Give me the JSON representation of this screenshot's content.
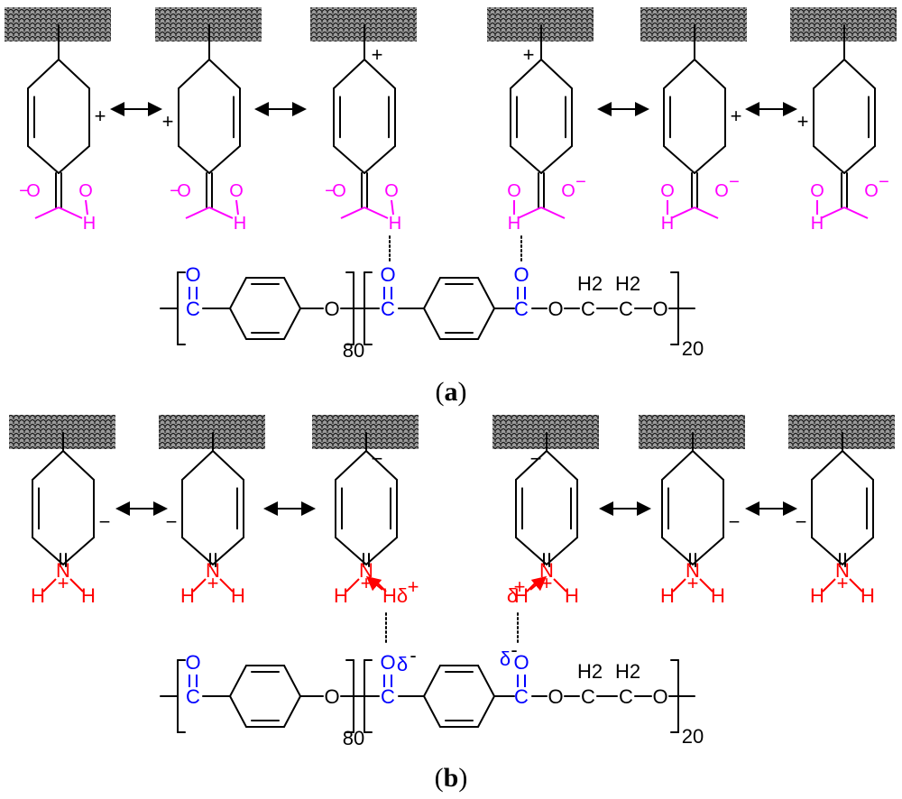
{
  "panel_a": {
    "label_open": "(",
    "label_letter": "a",
    "label_close": ")",
    "charges": {
      "plus": "+",
      "minus": "−"
    },
    "groups": {
      "oxygen": "O",
      "hydroxyl_h": "H"
    },
    "polymer": {
      "carbonyl_o": "O",
      "carbon": "C",
      "ester_o": "O",
      "ch2": "H2",
      "repeat_80": "80",
      "repeat_20": "20"
    }
  },
  "panel_b": {
    "label_open": "(",
    "label_letter": "b",
    "label_close": ")",
    "charges": {
      "plus": "+",
      "minus": "−"
    },
    "groups": {
      "nitrogen": "N",
      "hydrogen": "H",
      "delta": "δ"
    },
    "polymer": {
      "carbonyl_o": "O",
      "carbon": "C",
      "ester_o": "O",
      "ch2": "H2",
      "repeat_80": "80",
      "repeat_20": "20"
    }
  },
  "colors": {
    "substrate": "#444444",
    "acid_group": "#ff00ff",
    "polymer_carbonyl": "#0000ff",
    "amine_group": "#ff0000",
    "hbond_a": "#00ee00",
    "hbond_b": "#000000"
  }
}
